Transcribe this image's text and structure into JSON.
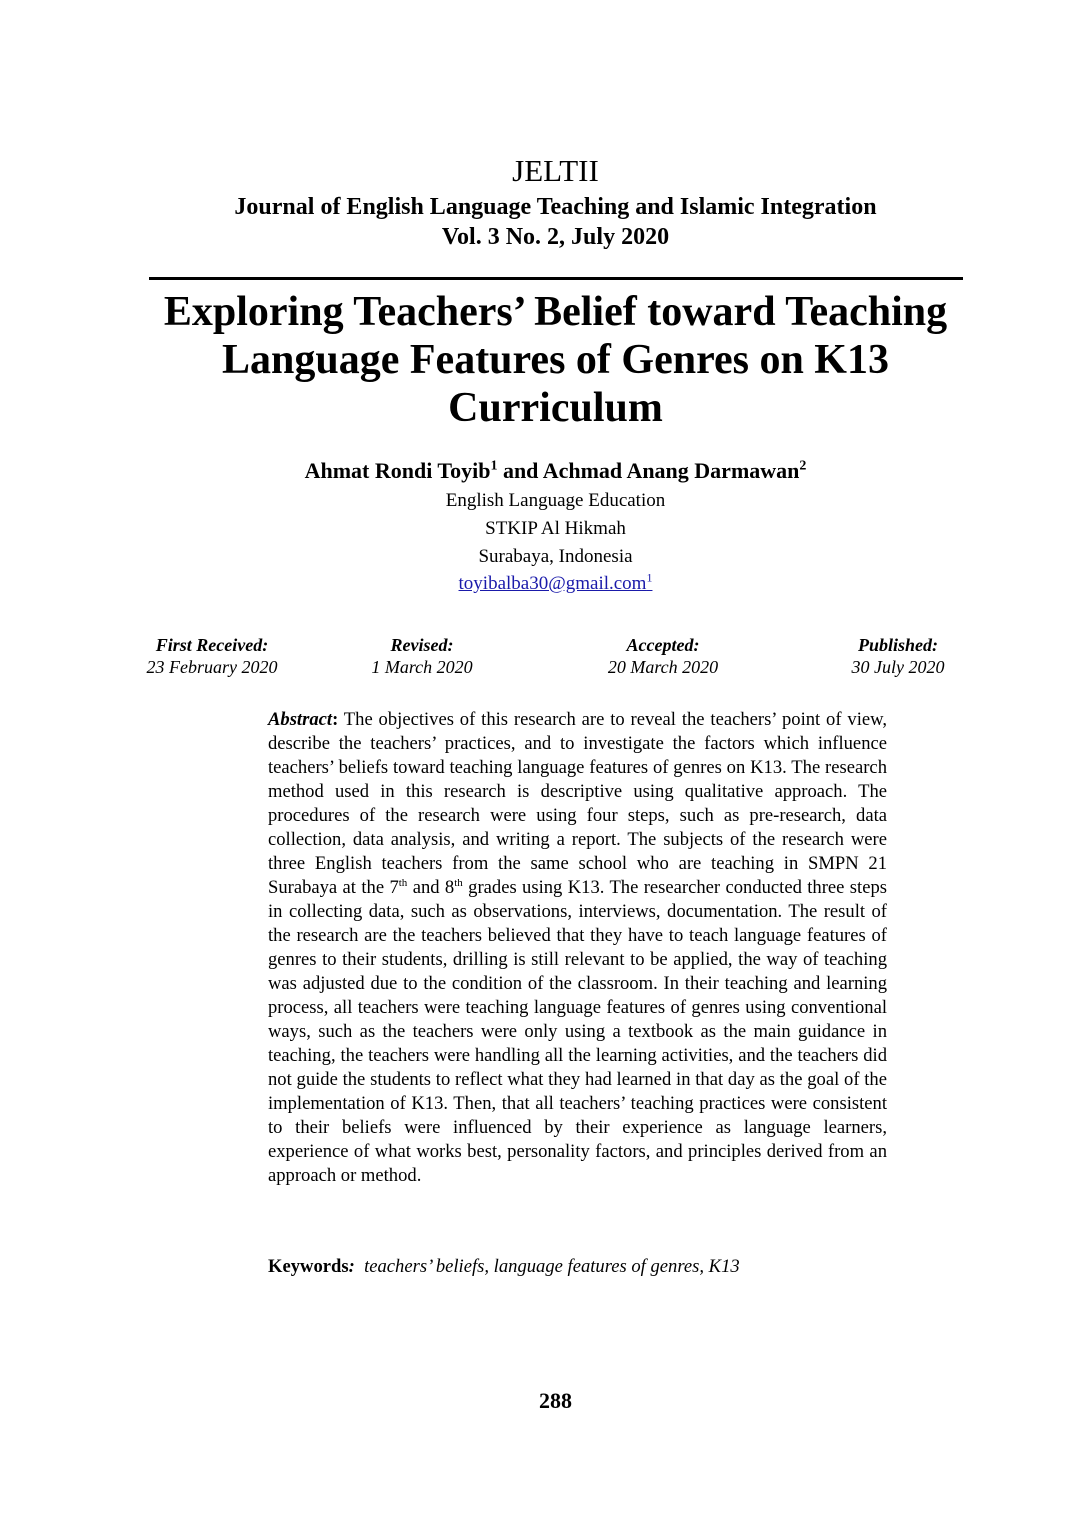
{
  "journal": {
    "short_name": "JELTII",
    "full_name": "Journal of English Language Teaching and Islamic Integration",
    "volume": "Vol. 3 No. 2, July 2020"
  },
  "article": {
    "title_line1": "Exploring Teachers’ Belief toward Teaching",
    "title_line2": "Language Features of Genres on K13",
    "title_line3": "Curriculum"
  },
  "authors": {
    "author1": "Ahmat Rondi Toyib",
    "author1_sup": "1",
    "connector": " and ",
    "author2": "Achmad Anang Darmawan",
    "author2_sup": "2"
  },
  "affiliation": {
    "department": "English Language Education",
    "institution": "STKIP Al Hikmah",
    "location": "Surabaya, Indonesia",
    "email": "toyibalba30@gmail.com",
    "email_sup": "1"
  },
  "dates": {
    "received_label": "First Received:",
    "received_value": "23 February 2020",
    "revised_label": "Revised:",
    "revised_value": "1 March 2020",
    "accepted_label": "Accepted:",
    "accepted_value": "20 March 2020",
    "published_label": "Published:",
    "published_value": "30 July 2020"
  },
  "abstract": {
    "label": "Abstract",
    "colon": ":",
    "text_part1": " The objectives of this research are to reveal the teachers’ point of view, describe the teachers’ practices, and to investigate the factors which influence teachers’ beliefs toward teaching language features of genres on K13. The research method used in this research is descriptive using qualitative approach. The procedures of the research were using four steps, such as pre-research, data collection, data analysis, and writing a report. The subjects of the research were three English teachers from the same school who are teaching in SMPN 21 Surabaya at the 7",
    "sup1": "th",
    "text_part2": " and 8",
    "sup2": "th",
    "text_part3": " grades using K13. The researcher conducted three steps in collecting data, such as observations, interviews, documentation. The result of the research are the teachers believed that they have to teach language features of genres to their students, drilling is still relevant to be applied, the way of teaching was adjusted due to the condition of the classroom. In their teaching and learning process, all teachers were teaching language features of genres using conventional ways, such as the teachers were only using a textbook as the main guidance in teaching, the teachers were handling all the learning activities, and the teachers did not guide the students to reflect what they had learned in that day as the goal of the implementation of K13. Then, that all teachers’ teaching practices were consistent to their beliefs were influenced by their experience as language learners, experience of what works best, personality factors, and principles derived from an approach or method."
  },
  "keywords": {
    "label": "Keywords",
    "colon": ":",
    "value": "teachers’ beliefs, language features of genres, K13"
  },
  "page_number": "288"
}
